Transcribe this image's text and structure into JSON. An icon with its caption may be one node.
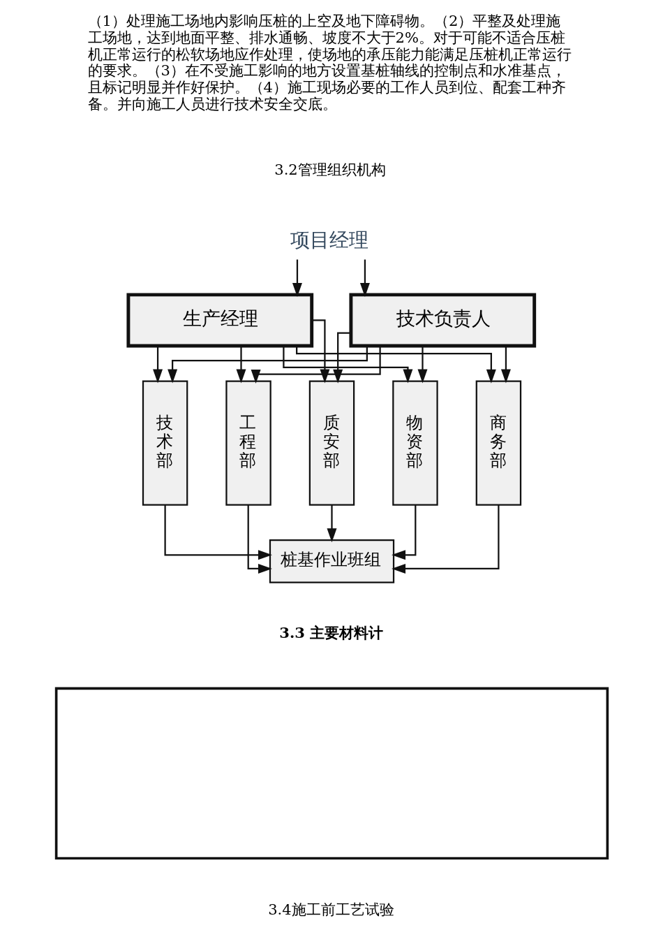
{
  "diagram": {
    "nodes": [
      {
        "text": [
          "项目经理"
        ]
      },
      {
        "text": [
          "生产经理"
        ]
      },
      {
        "text": [
          "技术负责人"
        ]
      },
      {
        "text": [
          "技术部"
        ]
      },
      {
        "text": [
          "工程部"
        ]
      },
      {
        "text": [
          "质安部"
        ]
      },
      {
        "text": [
          "物资部"
        ]
      },
      {
        "text": [
          "商务部"
        ]
      },
      {
        "text": [
          "桩基作业班组"
        ]
      },
      {
        "text": [],
        "shape": "box"
      }
    ],
    "edges": [
      {
        "from": 0,
        "to": 1,
        "arrow": "to"
      },
      {
        "from": 0,
        "to": 2,
        "arrow": "to"
      },
      {
        "from": 1,
        "to": 3,
        "arrow": "to"
      },
      {
        "from": 1,
        "to": 4,
        "arrow": "to"
      },
      {
        "from": 1,
        "to": 5,
        "arrow": "to"
      },
      {
        "from": 1,
        "to": 6,
        "arrow": "to"
      },
      {
        "from": 1,
        "to": 7,
        "arrow": "to"
      },
      {
        "from": 2,
        "to": 3,
        "arrow": "to"
      },
      {
        "from": 2,
        "to": 4,
        "arrow": "to"
      },
      {
        "from": 2,
        "to": 5,
        "arrow": "to"
      },
      {
        "from": 2,
        "to": 6,
        "arrow": "to"
      },
      {
        "from": 2,
        "to": 7,
        "arrow": "to"
      },
      {
        "from": 3,
        "to": 8,
        "arrow": "to"
      },
      {
        "from": 4,
        "to": 8,
        "arrow": "to"
      },
      {
        "from": 5,
        "to": 8,
        "arrow": "to"
      },
      {
        "from": 6,
        "to": 8,
        "arrow": "to"
      },
      {
        "from": 7,
        "to": 8,
        "arrow": "to"
      }
    ],
    "labels": [
      "（1）处理施工场地内影响压桩的上空及地下障碍物。（2）平整及处理施工场地，达到地面平整、排水通畅、坡度不大于2%。对于可能不适合压桩机正常运行的松软场地应作处理，使场地的承压能力能满足压桩机正常运行的要求。（3）在不受施工影响的地方设置基桩轴线的控制点和水准基点，且标记明显并作好保护。（4）施工现场必要的工作人员到位、配套工种齐备。并向施工人员进行技术安全交底。",
      "3.2管理组织机构",
      "3.3 主要材料计",
      "3.4施工前工艺试验"
    ]
  }
}
